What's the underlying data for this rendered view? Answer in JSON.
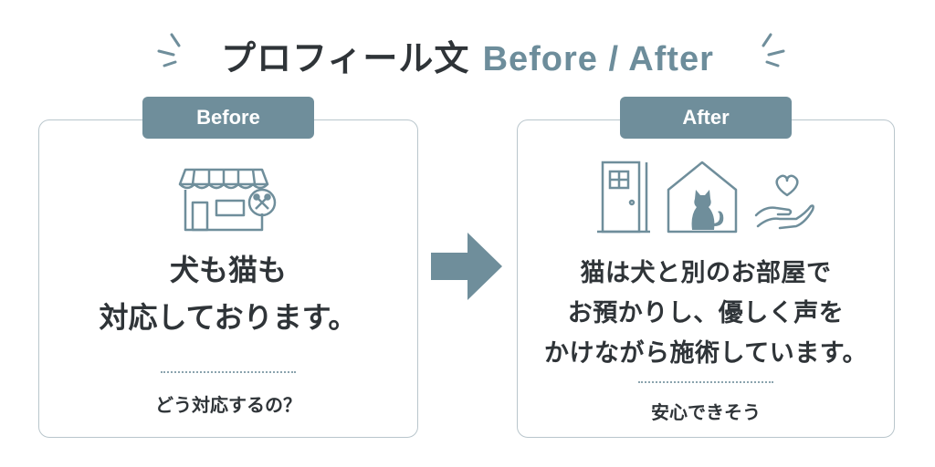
{
  "title": {
    "part_a": "プロフィール文",
    "part_b": "Before / After"
  },
  "before": {
    "tab_label": "Before",
    "main_lines": [
      "犬も猫も",
      "対応しております。"
    ],
    "sub_text": "どう対応するの？",
    "icon": "shop-icon"
  },
  "after": {
    "tab_label": "After",
    "main_lines": [
      "猫は犬と別のお部屋で",
      "お預かりし、優しく声を",
      "かけながら施術しています。"
    ],
    "sub_text": "安心できそう",
    "icons": [
      "door-icon",
      "house-cat-icon",
      "heart-hand-icon"
    ]
  },
  "colors": {
    "accent": "#6f8e9b",
    "text": "#2f3438",
    "border": "#b9c6cc"
  }
}
